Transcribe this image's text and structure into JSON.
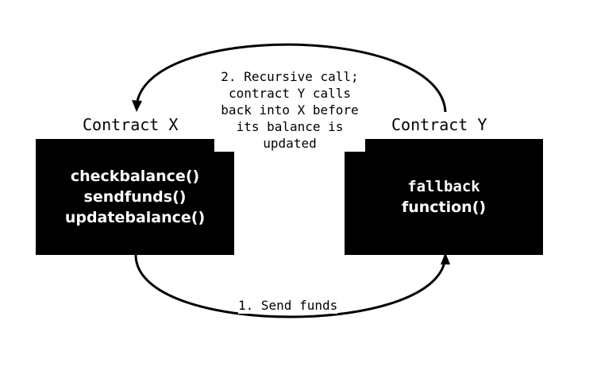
{
  "contract_x": {
    "title": "Contract X",
    "functions": [
      "checkbalance()",
      "sendfunds()",
      "updatebalance()"
    ]
  },
  "contract_y": {
    "title": "Contract Y",
    "functions": [
      "fallback",
      "function()"
    ]
  },
  "edges": {
    "send_funds": {
      "label": "1. Send funds"
    },
    "recursive_call": {
      "lines": [
        "2. Recursive call;",
        "contract Y calls",
        "back into X before",
        "its balance is",
        "updated"
      ]
    }
  }
}
